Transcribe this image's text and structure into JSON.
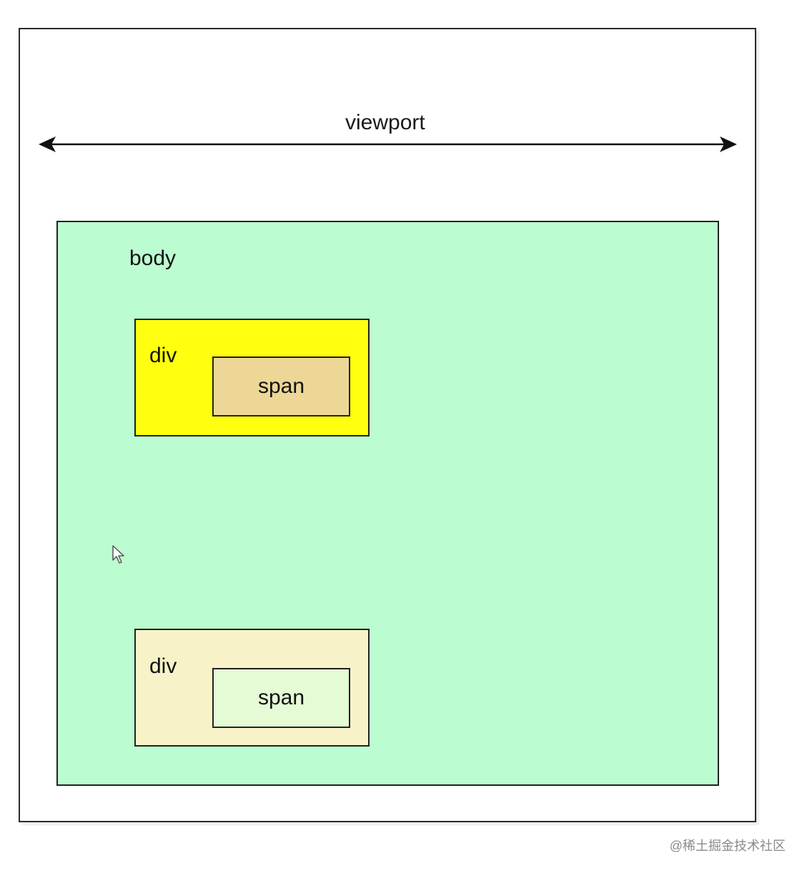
{
  "diagram": {
    "viewport_label": "viewport",
    "body_label": "body",
    "div1": {
      "label": "div",
      "span_label": "span",
      "color": "#ffff0f",
      "span_color": "#ecd797"
    },
    "div2": {
      "label": "div",
      "span_label": "span",
      "color": "#f8f2c8",
      "span_color": "#e4fbd6"
    },
    "body_color": "#bbfdd0"
  },
  "watermark": "@稀土掘金技术社区"
}
